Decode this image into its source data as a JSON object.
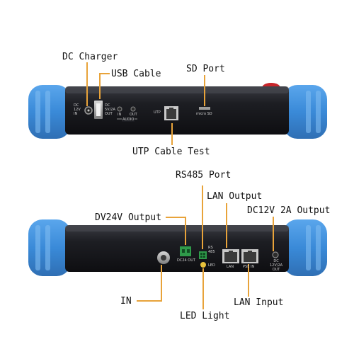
{
  "diagram": {
    "accent_color": "#e8a33a",
    "body_color": "#1c1d22",
    "bumper_color": "#3d8fdc",
    "top_view": {
      "callouts": {
        "dc_charger": "DC Charger",
        "usb_cable": "USB Cable",
        "sd_port": "SD Port",
        "utp_cable_test": "UTP Cable Test"
      },
      "panel_text": {
        "dc_in": "DC\n12V\nIN",
        "usb_out": "DC\n5V/2A\nOUT",
        "audio_in": "IN",
        "audio_out": "OUT",
        "audio": "AUDIO",
        "utp": "UTP",
        "micro_sd": "micro SD"
      }
    },
    "bottom_view": {
      "callouts": {
        "rs485_port": "RS485 Port",
        "lan_output": "LAN Output",
        "dv24v_output": "DV24V Output",
        "dc12v_2a_output": "DC12V 2A Output",
        "in": "IN",
        "led_light": "LED Light",
        "lan_input": "LAN Input"
      },
      "panel_text": {
        "dc24_out": "DC24 OUT",
        "rs485": "RS\n485",
        "led": "LED",
        "lan": "LAN",
        "poe_in": "PSE IN",
        "dc_out": "DC\n12V/2A\nOUT"
      }
    }
  }
}
